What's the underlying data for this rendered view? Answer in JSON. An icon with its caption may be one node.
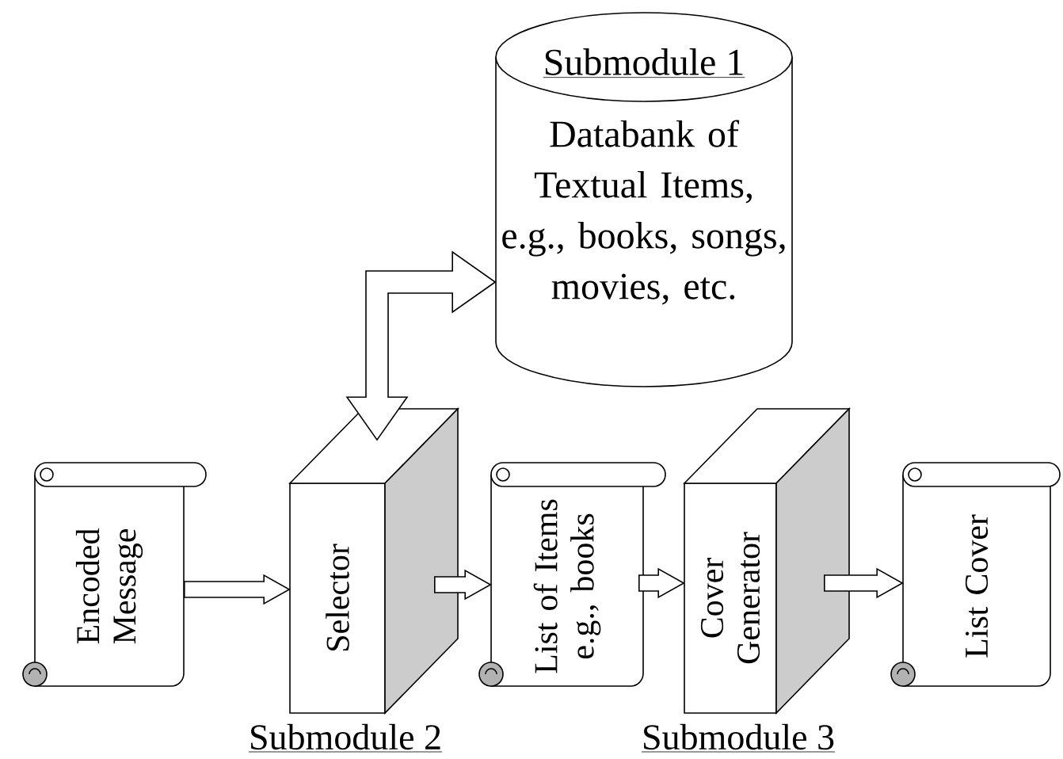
{
  "diagram": {
    "nodes": [
      {
        "text": [
          "Submodule 1",
          "Databank of Textual Items, e.g., books, songs, movies, etc."
        ]
      },
      {
        "text": [
          "Encoded Message"
        ]
      },
      {
        "text": [
          "Selector"
        ],
        "beside": [
          "Submodule 2"
        ]
      },
      {
        "text": [
          "List of Items e.g., books"
        ]
      },
      {
        "text": [
          "Cover Generator"
        ],
        "beside": [
          "Submodule 3"
        ]
      },
      {
        "text": [
          "List Cover"
        ]
      }
    ],
    "edges": [
      {
        "from": 1,
        "to": 2,
        "arrow": "to"
      },
      {
        "from": 0,
        "to": 2,
        "arrow": "both"
      },
      {
        "from": 2,
        "to": 3,
        "arrow": "to"
      },
      {
        "from": 3,
        "to": 4,
        "arrow": "to"
      },
      {
        "from": 4,
        "to": 5,
        "arrow": "to"
      }
    ]
  }
}
